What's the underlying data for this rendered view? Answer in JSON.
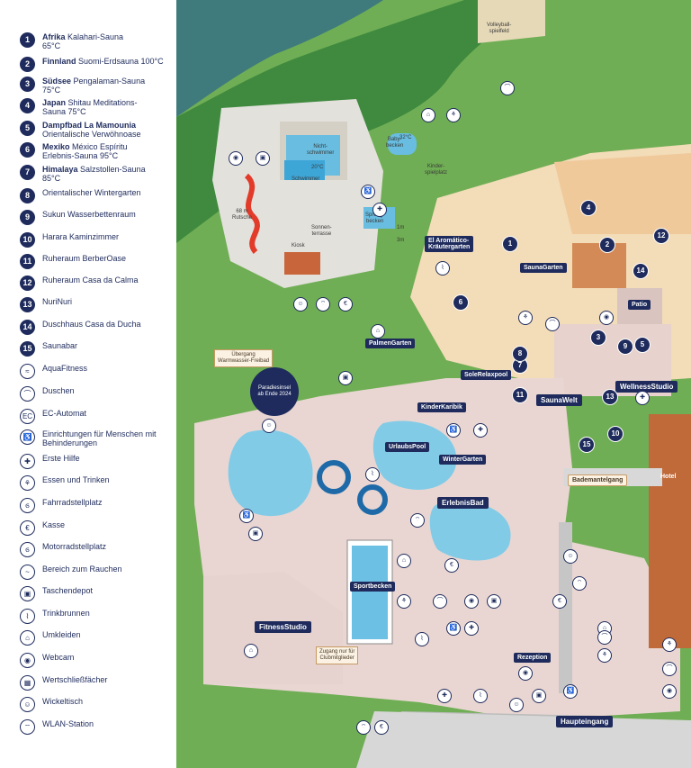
{
  "legend": [
    {
      "n": "1",
      "bold": "Afrika",
      "text": " Kalahari-Sauna",
      "line2": "65°C"
    },
    {
      "n": "2",
      "bold": "Finnland",
      "text": " Suomi-Erdsauna 100°C",
      "line2": ""
    },
    {
      "n": "3",
      "bold": "Südsee",
      "text": " Pengalaman-Sauna",
      "line2": "75°C"
    },
    {
      "n": "4",
      "bold": "Japan",
      "text": " Shitau Meditations-",
      "line2": "Sauna 75°C"
    },
    {
      "n": "5",
      "bold": "Dampfbad La Mamounia",
      "text": "",
      "line2": "Orientalische Verwöhnoase"
    },
    {
      "n": "6",
      "bold": "Mexiko",
      "text": " México Espíritu",
      "line2": "Erlebnis-Sauna 95°C"
    },
    {
      "n": "7",
      "bold": "Himalaya",
      "text": " Salzstollen-Sauna",
      "line2": "85°C"
    },
    {
      "n": "8",
      "bold": "",
      "text": "Orientalischer Wintergarten",
      "line2": ""
    },
    {
      "n": "9",
      "bold": "",
      "text": "Sukun Wasserbettenraum",
      "line2": ""
    },
    {
      "n": "10",
      "bold": "",
      "text": "Harara Kaminzimmer",
      "line2": ""
    },
    {
      "n": "11",
      "bold": "",
      "text": "Ruheraum BerberOase",
      "line2": ""
    },
    {
      "n": "12",
      "bold": "",
      "text": "Ruheraum Casa da Calma",
      "line2": ""
    },
    {
      "n": "13",
      "bold": "",
      "text": "NuriNuri",
      "line2": ""
    },
    {
      "n": "14",
      "bold": "",
      "text": "Duschhaus Casa da Ducha",
      "line2": ""
    },
    {
      "n": "15",
      "bold": "",
      "text": "Saunabar",
      "line2": ""
    }
  ],
  "symbols": [
    {
      "icon": "aquafitness-icon",
      "glyph": "≈",
      "label": "AquaFitness"
    },
    {
      "icon": "shower-icon",
      "glyph": "⌒",
      "label": "Duschen"
    },
    {
      "icon": "ec-atm-icon",
      "glyph": "EC",
      "label": "EC-Automat"
    },
    {
      "icon": "accessibility-icon",
      "glyph": "♿",
      "label": "Einrichtungen für Menschen mit",
      "line2": "Behinderungen"
    },
    {
      "icon": "first-aid-icon",
      "glyph": "✚",
      "label": "Erste Hilfe"
    },
    {
      "icon": "food-drink-icon",
      "glyph": "⚘",
      "label": "Essen und Trinken"
    },
    {
      "icon": "bicycle-parking-icon",
      "glyph": "ϭ",
      "label": "Fahrradstellplatz"
    },
    {
      "icon": "cash-desk-icon",
      "glyph": "€",
      "label": "Kasse"
    },
    {
      "icon": "motorcycle-parking-icon",
      "glyph": "ϭ",
      "label": "Motorradstellplatz"
    },
    {
      "icon": "smoking-area-icon",
      "glyph": "~",
      "label": "Bereich zum Rauchen"
    },
    {
      "icon": "bag-deposit-icon",
      "glyph": "▣",
      "label": "Taschendepot"
    },
    {
      "icon": "drinking-fountain-icon",
      "glyph": "⌇",
      "label": "Trinkbrunnen"
    },
    {
      "icon": "changing-room-icon",
      "glyph": "⌂",
      "label": "Umkleiden"
    },
    {
      "icon": "webcam-icon",
      "glyph": "◉",
      "label": "Webcam"
    },
    {
      "icon": "locker-icon",
      "glyph": "▦",
      "label": "Wertschließfächer"
    },
    {
      "icon": "baby-changing-icon",
      "glyph": "☺",
      "label": "Wickeltisch"
    },
    {
      "icon": "wlan-icon",
      "glyph": "⌔",
      "label": "WLAN-Station"
    }
  ],
  "map": {
    "area_labels": {
      "el_aromatico": "El Aromático-\nKräutergarten",
      "saunagarten": "SaunaGarten",
      "patio": "Patio",
      "palmengarten": "PalmenGarten",
      "solerelaxpool": "SoleRelaxpool",
      "saunawelt": "SaunaWelt",
      "wellnessstudio": "WellnessStudio",
      "kinderkaribik": "KinderKaribik",
      "urlaubspool": "UrlaubsPool",
      "wintergarten": "WinterGarten",
      "erlebnisbad": "ErlebnisBad",
      "sportbecken": "Sportbecken",
      "fitnessstudio": "FitnessStudio",
      "rezeption": "Rezeption",
      "haupteingang": "Haupteingang",
      "bademantelgang": "Bademantelgang",
      "hotel": "Hotel"
    },
    "small_labels": {
      "volleyball": "Volleyball-\nspielfeld",
      "nichtschwimmer": "Nicht-\nschwimmer",
      "schwimmer": "Schwimmer",
      "temp_20": "20°C",
      "baby": "Baby-\nbecken",
      "temp_32": "32°C",
      "kinder": "Kinder-\nspielplatz",
      "rutsche": "68 m\nRutsche",
      "sonnenterrasse": "Sonnen-\nterrasse",
      "sprung": "Sprung-\nbecken",
      "kiosk": "Kiosk",
      "m1": "1m",
      "m3": "3m"
    },
    "notes": {
      "uebergang": "Übergang\nWarmwasser-Freibad",
      "paradiesinsel": "Paradiesinsel\nab Ende 2024",
      "clubmitglieder": "Zugang nur für\nClubmitglieder"
    },
    "markers": [
      "1",
      "2",
      "3",
      "4",
      "5",
      "6",
      "7",
      "8",
      "9",
      "10",
      "11",
      "12",
      "13",
      "14",
      "15"
    ]
  }
}
